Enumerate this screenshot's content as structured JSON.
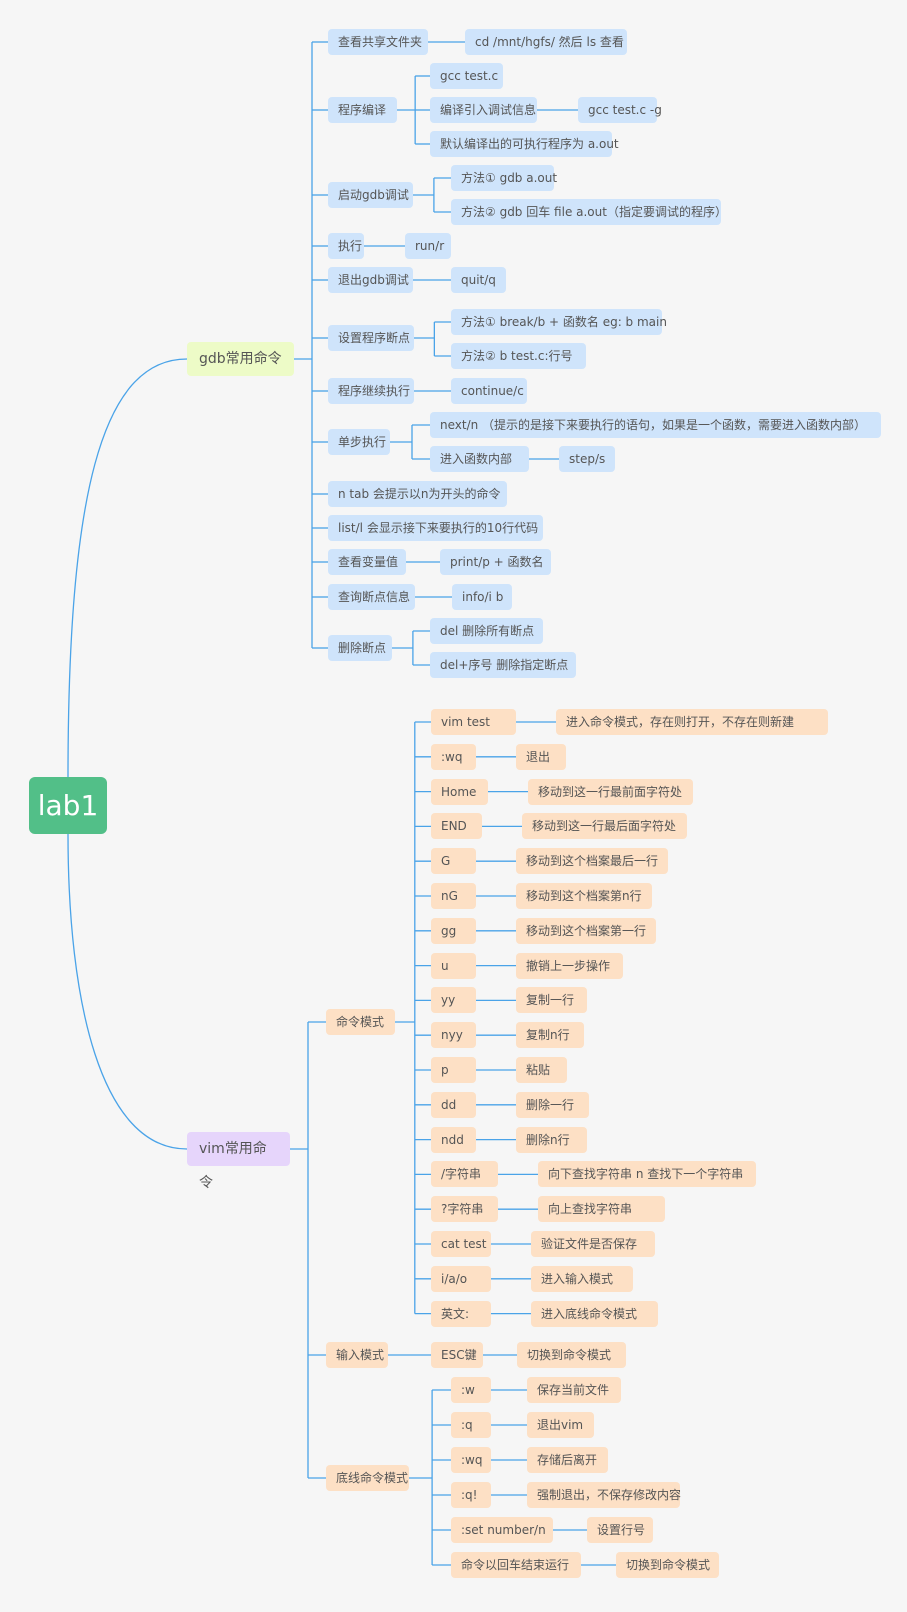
{
  "root": {
    "label": "lab1",
    "color": "#52bf88"
  },
  "gdb": {
    "label": "gdb常用命令",
    "color": "#edfbc7",
    "items": [
      {
        "label": "查看共享文件夹",
        "children": [
          {
            "label": "cd /mnt/hgfs/ 然后 ls 查看"
          }
        ]
      },
      {
        "label": "程序编译",
        "children": [
          {
            "label": "gcc test.c"
          },
          {
            "label": "编译引入调试信息",
            "children": [
              {
                "label": "gcc test.c -g"
              }
            ]
          },
          {
            "label": "默认编译出的可执行程序为 a.out"
          }
        ]
      },
      {
        "label": "启动gdb调试",
        "children": [
          {
            "label": "方法① gdb a.out"
          },
          {
            "label": "方法② gdb 回车 file a.out（指定要调试的程序）"
          }
        ]
      },
      {
        "label": "执行",
        "children": [
          {
            "label": "run/r"
          }
        ]
      },
      {
        "label": "退出gdb调试",
        "children": [
          {
            "label": "quit/q"
          }
        ]
      },
      {
        "label": "设置程序断点",
        "children": [
          {
            "label": "方法① break/b + 函数名 eg: b main"
          },
          {
            "label": "方法② b test.c:行号"
          }
        ]
      },
      {
        "label": "程序继续执行",
        "children": [
          {
            "label": "continue/c"
          }
        ]
      },
      {
        "label": "单步执行",
        "children": [
          {
            "label": "next/n （提示的是接下来要执行的语句，如果是一个函数，需要进入函数内部）"
          },
          {
            "label": "进入函数内部",
            "children": [
              {
                "label": "step/s"
              }
            ]
          }
        ]
      },
      {
        "label": "n tab 会提示以n为开头的命令"
      },
      {
        "label": "list/l 会显示接下来要执行的10行代码"
      },
      {
        "label": "查看变量值",
        "children": [
          {
            "label": "print/p + 函数名"
          }
        ]
      },
      {
        "label": "查询断点信息",
        "children": [
          {
            "label": "info/i b"
          }
        ]
      },
      {
        "label": "删除断点",
        "children": [
          {
            "label": "del 删除所有断点"
          },
          {
            "label": "del+序号 删除指定断点"
          }
        ]
      }
    ]
  },
  "vim": {
    "label": "vim常用命令",
    "color": "#e6d5fb",
    "items": [
      {
        "label": "命令模式",
        "children": [
          {
            "label": "vim test",
            "children": [
              {
                "label": "进入命令模式，存在则打开，不存在则新建"
              }
            ]
          },
          {
            "label": ":wq",
            "children": [
              {
                "label": "退出"
              }
            ]
          },
          {
            "label": "Home",
            "children": [
              {
                "label": "移动到这一行最前面字符处"
              }
            ]
          },
          {
            "label": "END",
            "children": [
              {
                "label": "移动到这一行最后面字符处"
              }
            ]
          },
          {
            "label": "G",
            "children": [
              {
                "label": "移动到这个档案最后一行"
              }
            ]
          },
          {
            "label": "nG",
            "children": [
              {
                "label": "移动到这个档案第n行"
              }
            ]
          },
          {
            "label": "gg",
            "children": [
              {
                "label": "移动到这个档案第一行"
              }
            ]
          },
          {
            "label": "u",
            "children": [
              {
                "label": "撤销上一步操作"
              }
            ]
          },
          {
            "label": "yy",
            "children": [
              {
                "label": "复制一行"
              }
            ]
          },
          {
            "label": "nyy",
            "children": [
              {
                "label": "复制n行"
              }
            ]
          },
          {
            "label": "p",
            "children": [
              {
                "label": "粘贴"
              }
            ]
          },
          {
            "label": "dd",
            "children": [
              {
                "label": "删除一行"
              }
            ]
          },
          {
            "label": "ndd",
            "children": [
              {
                "label": "删除n行"
              }
            ]
          },
          {
            "label": "/字符串",
            "children": [
              {
                "label": "向下查找字符串  n 查找下一个字符串"
              }
            ]
          },
          {
            "label": "?字符串",
            "children": [
              {
                "label": "向上查找字符串"
              }
            ]
          },
          {
            "label": "cat test",
            "children": [
              {
                "label": "验证文件是否保存"
              }
            ]
          },
          {
            "label": "i/a/o",
            "children": [
              {
                "label": "进入输入模式"
              }
            ]
          },
          {
            "label": "英文:",
            "children": [
              {
                "label": "进入底线命令模式"
              }
            ]
          }
        ]
      },
      {
        "label": "输入模式",
        "children": [
          {
            "label": "ESC键",
            "children": [
              {
                "label": "切换到命令模式"
              }
            ]
          }
        ]
      },
      {
        "label": "底线命令模式",
        "children": [
          {
            "label": ":w",
            "children": [
              {
                "label": "保存当前文件"
              }
            ]
          },
          {
            "label": ":q",
            "children": [
              {
                "label": "退出vim"
              }
            ]
          },
          {
            "label": ":wq",
            "children": [
              {
                "label": "存储后离开"
              }
            ]
          },
          {
            "label": ":q!",
            "children": [
              {
                "label": "强制退出，不保存修改内容"
              }
            ]
          },
          {
            "label": ":set number/n",
            "children": [
              {
                "label": "设置行号"
              }
            ]
          },
          {
            "label": "命令以回车结束运行",
            "children": [
              {
                "label": "切换到命令模式"
              }
            ]
          }
        ]
      }
    ]
  },
  "colors": {
    "gdb_node": "#cfe4fb",
    "vim_node": "#fde0c5",
    "line": "#4aa3e8",
    "text": "#555555",
    "background": "#f6f6f6"
  }
}
